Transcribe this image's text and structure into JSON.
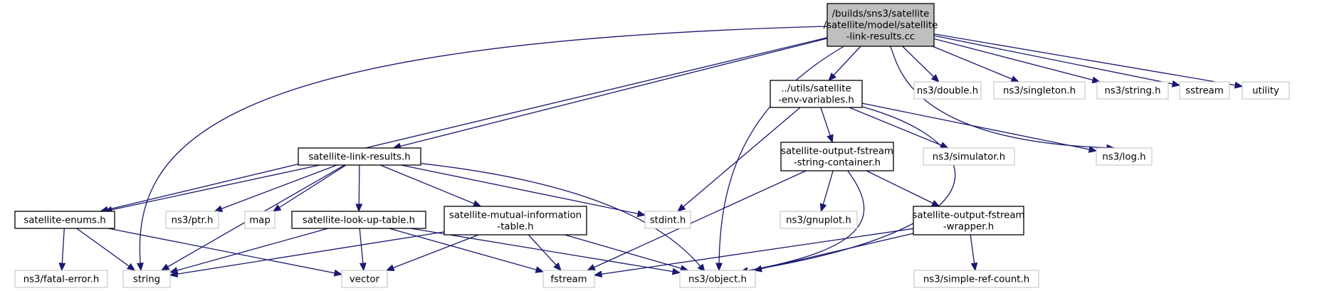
{
  "graph": {
    "colors": {
      "edge": "#191970",
      "root_fill": "#bfbfbf",
      "root_stroke": "#000000",
      "documented_stroke": "#000000",
      "external_stroke": "#bfbfbf",
      "node_fill": "#ffffff"
    },
    "nodes": [
      {
        "id": "root",
        "name": "node-satellite-link-results-cc",
        "kind": "root",
        "lines": [
          "/builds/sns3/satellite",
          "/satellite/model/satellite",
          "-link-results.cc"
        ]
      },
      {
        "id": "envvars",
        "name": "node-satellite-env-variables-h",
        "kind": "doc",
        "lines": [
          "../utils/satellite",
          "-env-variables.h"
        ]
      },
      {
        "id": "double",
        "name": "node-ns3-double-h",
        "kind": "ext",
        "lines": [
          "ns3/double.h"
        ]
      },
      {
        "id": "singleton",
        "name": "node-ns3-singleton-h",
        "kind": "ext",
        "lines": [
          "ns3/singleton.h"
        ]
      },
      {
        "id": "nsstring",
        "name": "node-ns3-string-h",
        "kind": "ext",
        "lines": [
          "ns3/string.h"
        ]
      },
      {
        "id": "sstream",
        "name": "node-sstream",
        "kind": "ext",
        "lines": [
          "sstream"
        ]
      },
      {
        "id": "utility",
        "name": "node-utility",
        "kind": "ext",
        "lines": [
          "utility"
        ]
      },
      {
        "id": "linkres",
        "name": "node-satellite-link-results-h",
        "kind": "doc",
        "lines": [
          "satellite-link-results.h"
        ]
      },
      {
        "id": "outcont",
        "name": "node-satellite-output-fstream-string-container-h",
        "kind": "doc",
        "lines": [
          "satellite-output-fstream",
          "-string-container.h"
        ]
      },
      {
        "id": "simulator",
        "name": "node-ns3-simulator-h",
        "kind": "ext",
        "lines": [
          "ns3/simulator.h"
        ]
      },
      {
        "id": "log",
        "name": "node-ns3-log-h",
        "kind": "ext",
        "lines": [
          "ns3/log.h"
        ]
      },
      {
        "id": "enums",
        "name": "node-satellite-enums-h",
        "kind": "doc",
        "lines": [
          "satellite-enums.h"
        ]
      },
      {
        "id": "ptr",
        "name": "node-ns3-ptr-h",
        "kind": "ext",
        "lines": [
          "ns3/ptr.h"
        ]
      },
      {
        "id": "map",
        "name": "node-map",
        "kind": "ext",
        "lines": [
          "map"
        ]
      },
      {
        "id": "lut",
        "name": "node-satellite-look-up-table-h",
        "kind": "doc",
        "lines": [
          "satellite-look-up-table.h"
        ]
      },
      {
        "id": "mutual",
        "name": "node-satellite-mutual-information-table-h",
        "kind": "doc",
        "lines": [
          "satellite-mutual-information",
          "-table.h"
        ]
      },
      {
        "id": "stdint",
        "name": "node-stdint-h",
        "kind": "ext",
        "lines": [
          "stdint.h"
        ]
      },
      {
        "id": "gnuplot",
        "name": "node-ns3-gnuplot-h",
        "kind": "ext",
        "lines": [
          "ns3/gnuplot.h"
        ]
      },
      {
        "id": "wrapper",
        "name": "node-satellite-output-fstream-wrapper-h",
        "kind": "doc",
        "lines": [
          "satellite-output-fstream",
          "-wrapper.h"
        ]
      },
      {
        "id": "fatal",
        "name": "node-ns3-fatal-error-h",
        "kind": "ext",
        "lines": [
          "ns3/fatal-error.h"
        ]
      },
      {
        "id": "string",
        "name": "node-string",
        "kind": "ext",
        "lines": [
          "string"
        ]
      },
      {
        "id": "vector",
        "name": "node-vector",
        "kind": "ext",
        "lines": [
          "vector"
        ]
      },
      {
        "id": "fstream",
        "name": "node-fstream",
        "kind": "ext",
        "lines": [
          "fstream"
        ]
      },
      {
        "id": "object",
        "name": "node-ns3-object-h",
        "kind": "ext",
        "lines": [
          "ns3/object.h"
        ]
      },
      {
        "id": "simpleref",
        "name": "node-ns3-simple-ref-count-h",
        "kind": "ext",
        "lines": [
          "ns3/simple-ref-count.h"
        ]
      }
    ],
    "edges": [
      {
        "from": "root",
        "to": "envvars"
      },
      {
        "from": "root",
        "to": "double"
      },
      {
        "from": "root",
        "to": "singleton"
      },
      {
        "from": "root",
        "to": "nsstring"
      },
      {
        "from": "root",
        "to": "sstream"
      },
      {
        "from": "root",
        "to": "utility"
      },
      {
        "from": "root",
        "to": "linkres"
      },
      {
        "from": "root",
        "to": "enums"
      },
      {
        "from": "root",
        "to": "string"
      },
      {
        "from": "root",
        "to": "object"
      },
      {
        "from": "root",
        "to": "log"
      },
      {
        "from": "envvars",
        "to": "outcont"
      },
      {
        "from": "envvars",
        "to": "simulator"
      },
      {
        "from": "envvars",
        "to": "log"
      },
      {
        "from": "envvars",
        "to": "stdint"
      },
      {
        "from": "envvars",
        "to": "object"
      },
      {
        "from": "outcont",
        "to": "gnuplot"
      },
      {
        "from": "outcont",
        "to": "wrapper"
      },
      {
        "from": "outcont",
        "to": "fstream"
      },
      {
        "from": "outcont",
        "to": "object"
      },
      {
        "from": "wrapper",
        "to": "fstream"
      },
      {
        "from": "wrapper",
        "to": "object"
      },
      {
        "from": "wrapper",
        "to": "simpleref"
      },
      {
        "from": "linkres",
        "to": "enums"
      },
      {
        "from": "linkres",
        "to": "ptr"
      },
      {
        "from": "linkres",
        "to": "map"
      },
      {
        "from": "linkres",
        "to": "lut"
      },
      {
        "from": "linkres",
        "to": "mutual"
      },
      {
        "from": "linkres",
        "to": "stdint"
      },
      {
        "from": "linkres",
        "to": "string"
      },
      {
        "from": "linkres",
        "to": "object"
      },
      {
        "from": "enums",
        "to": "fatal"
      },
      {
        "from": "enums",
        "to": "string"
      },
      {
        "from": "enums",
        "to": "vector"
      },
      {
        "from": "lut",
        "to": "string"
      },
      {
        "from": "lut",
        "to": "vector"
      },
      {
        "from": "lut",
        "to": "fstream"
      },
      {
        "from": "lut",
        "to": "object"
      },
      {
        "from": "mutual",
        "to": "vector"
      },
      {
        "from": "mutual",
        "to": "fstream"
      },
      {
        "from": "mutual",
        "to": "object"
      },
      {
        "from": "mutual",
        "to": "string"
      }
    ]
  }
}
